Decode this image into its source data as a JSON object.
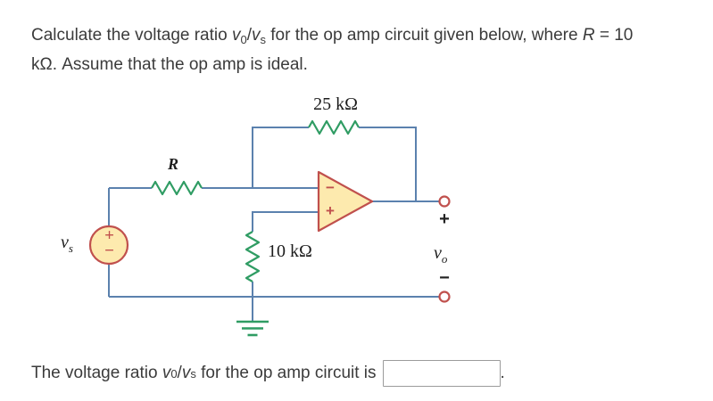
{
  "question": {
    "line1_prefix": "Calculate the voltage ratio ",
    "ratio_v1": "v",
    "ratio_v1_sub": "0",
    "ratio_slash": "/",
    "ratio_v2": "v",
    "ratio_v2_sub": "s",
    "line1_mid": " for the op amp circuit given below, where ",
    "var_R": "R",
    "line1_suffix": " = 10",
    "line2": "kΩ. Assume that the op amp is ideal."
  },
  "circuit": {
    "feedback_resistor_label": "25 kΩ",
    "input_resistor_label": "R",
    "ground_resistor_label": "10 kΩ",
    "source_label_v": "v",
    "source_label_sub": "s",
    "output_label_v": "v",
    "output_label_sub": "o",
    "source_plus": "+",
    "source_minus": "−",
    "opamp_inverting": "−",
    "opamp_noninverting": "+",
    "output_plus": "+",
    "output_minus": "−",
    "colors": {
      "wire": "#5b81ae",
      "resistor": "#2f9c63",
      "component_stroke": "#c0504d",
      "component_fill": "#fdeaae",
      "text": "#3b3b3b",
      "label": "#1c1c1c"
    }
  },
  "answer": {
    "prefix": "The voltage ratio ",
    "ratio_v1": "v",
    "ratio_v1_sub": "0",
    "ratio_slash": "/",
    "ratio_v2": "v",
    "ratio_v2_sub": "s",
    "mid": " for the op amp circuit is",
    "input_value": "",
    "suffix": "."
  }
}
